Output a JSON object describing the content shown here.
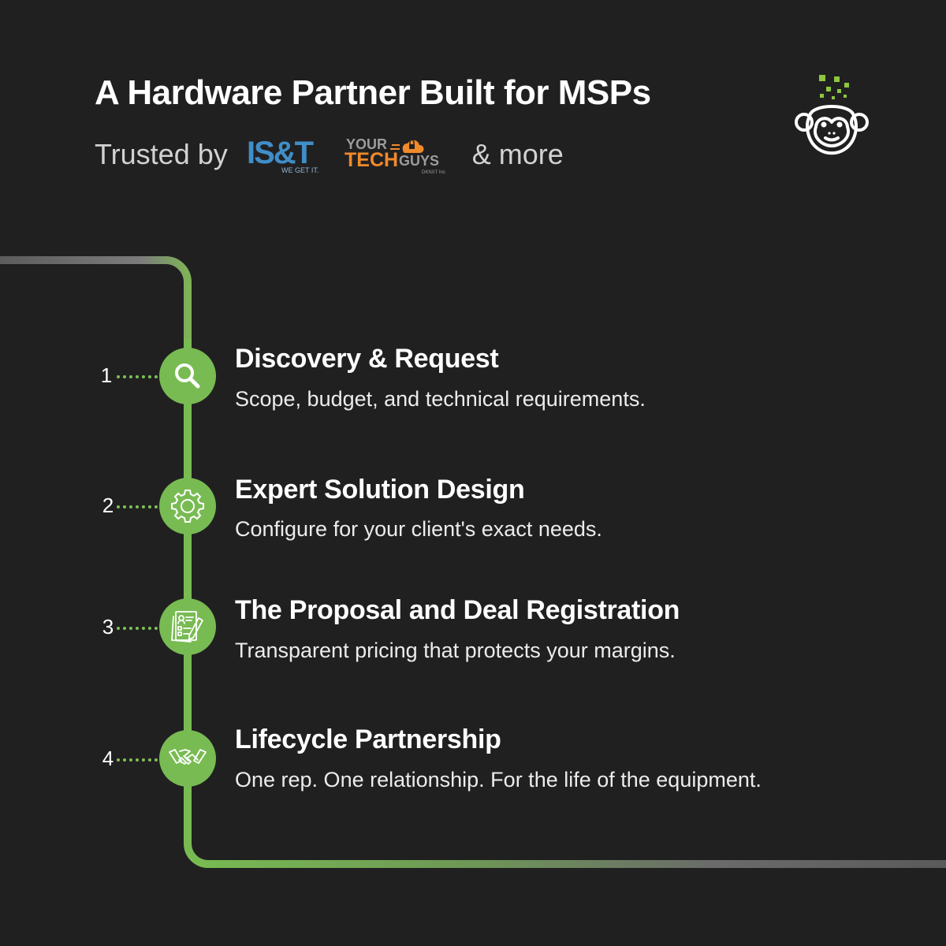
{
  "header": {
    "title": "A Hardware Partner Built for MSPs",
    "trusted_by": "Trusted by",
    "and_more": "& more"
  },
  "partners": [
    {
      "name": "IS&T",
      "tagline": "WE GET IT.",
      "color": "#3f8ec8"
    },
    {
      "name_top": "YOUR",
      "name_mid": "TECH",
      "name_side": "GUYS",
      "tagline": "DKNXT Inc",
      "color": "#f08a2b"
    }
  ],
  "brand": {
    "logo_icon": "monkey-face-icon",
    "accent": "#7ec155",
    "pixels": "#8dc63f"
  },
  "colors": {
    "background": "#212021",
    "timeline_green": "#78bb52",
    "timeline_gray": "#6e6e6e"
  },
  "steps": [
    {
      "number": "1",
      "icon": "search-icon",
      "title": "Discovery & Request",
      "description": "Scope, budget, and technical requirements."
    },
    {
      "number": "2",
      "icon": "gear-icon",
      "title": "Expert Solution Design",
      "description": "Configure for your client's exact needs."
    },
    {
      "number": "3",
      "icon": "document-checklist-icon",
      "title": "The Proposal and Deal Registration",
      "description": "Transparent pricing that protects your margins."
    },
    {
      "number": "4",
      "icon": "handshake-icon",
      "title": "Lifecycle Partnership",
      "description": "One rep. One relationship. For the life of the equipment."
    }
  ]
}
